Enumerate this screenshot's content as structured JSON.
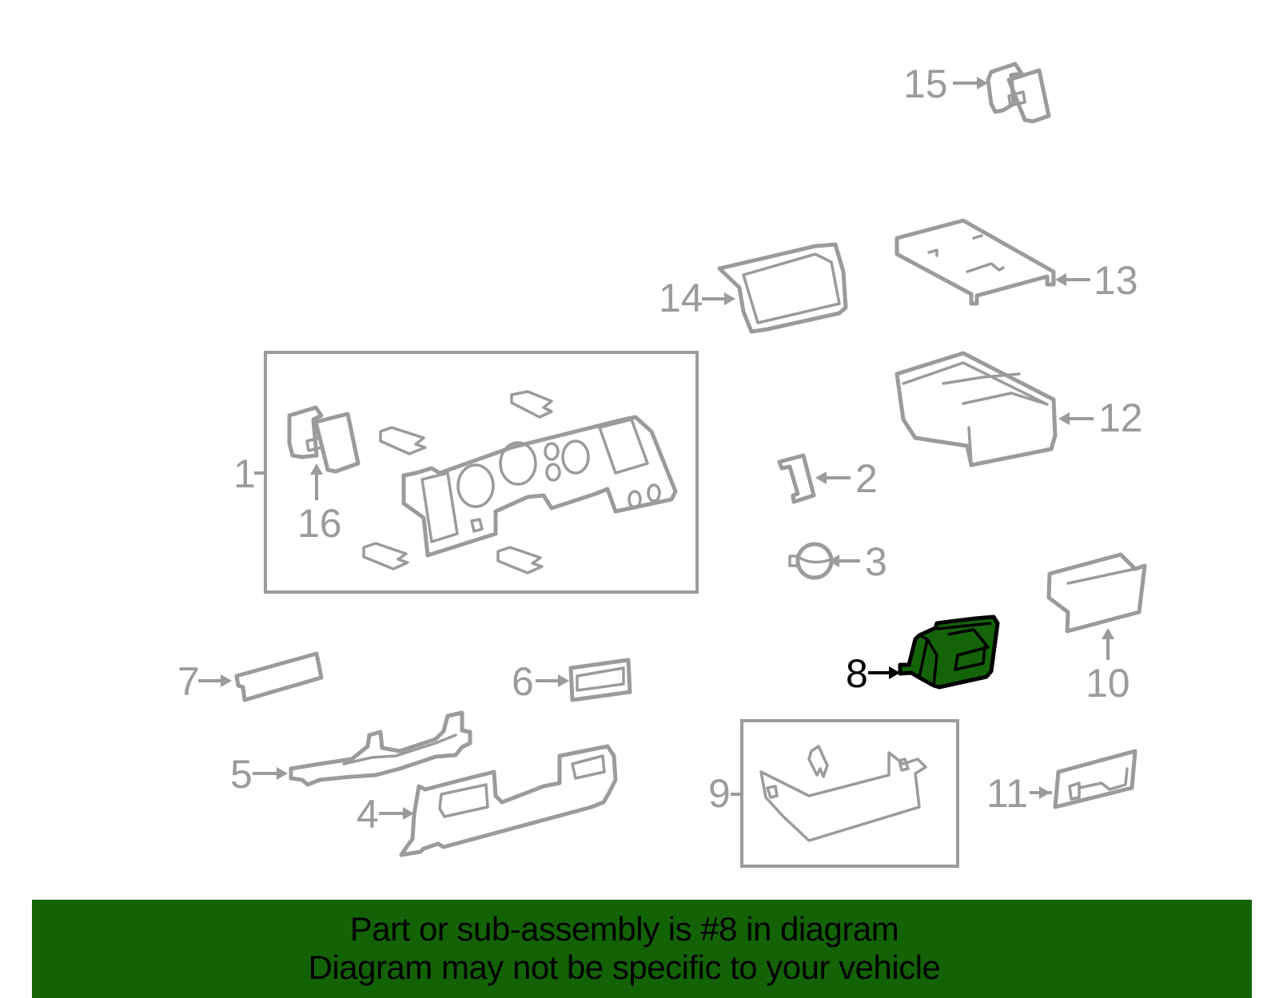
{
  "diagram": {
    "highlight_color": "#156309",
    "line_color": "#9b9b9b",
    "highlighted_part": "8",
    "callouts": [
      {
        "id": "1",
        "label": "1",
        "part": "instrument-panel-assembly"
      },
      {
        "id": "2",
        "label": "2",
        "part": "bracket"
      },
      {
        "id": "3",
        "label": "3",
        "part": "clip"
      },
      {
        "id": "4",
        "label": "4",
        "part": "lower-panel"
      },
      {
        "id": "5",
        "label": "5",
        "part": "reinforcement-bracket"
      },
      {
        "id": "6",
        "label": "6",
        "part": "bezel"
      },
      {
        "id": "7",
        "label": "7",
        "part": "trim-strip"
      },
      {
        "id": "8",
        "label": "8",
        "part": "highlighted-part"
      },
      {
        "id": "9",
        "label": "9",
        "part": "glove-box-assembly"
      },
      {
        "id": "10",
        "label": "10",
        "part": "glove-box-door"
      },
      {
        "id": "11",
        "label": "11",
        "part": "latch-plate"
      },
      {
        "id": "12",
        "label": "12",
        "part": "cup-holder"
      },
      {
        "id": "13",
        "label": "13",
        "part": "tray"
      },
      {
        "id": "14",
        "label": "14",
        "part": "display-bezel"
      },
      {
        "id": "15",
        "label": "15",
        "part": "switch"
      },
      {
        "id": "16",
        "label": "16",
        "part": "switch-sub"
      }
    ]
  },
  "banner": {
    "background": "#136306",
    "line1": "Part or sub-assembly is #8 in diagram",
    "line2": "Diagram may not be specific to your vehicle"
  }
}
